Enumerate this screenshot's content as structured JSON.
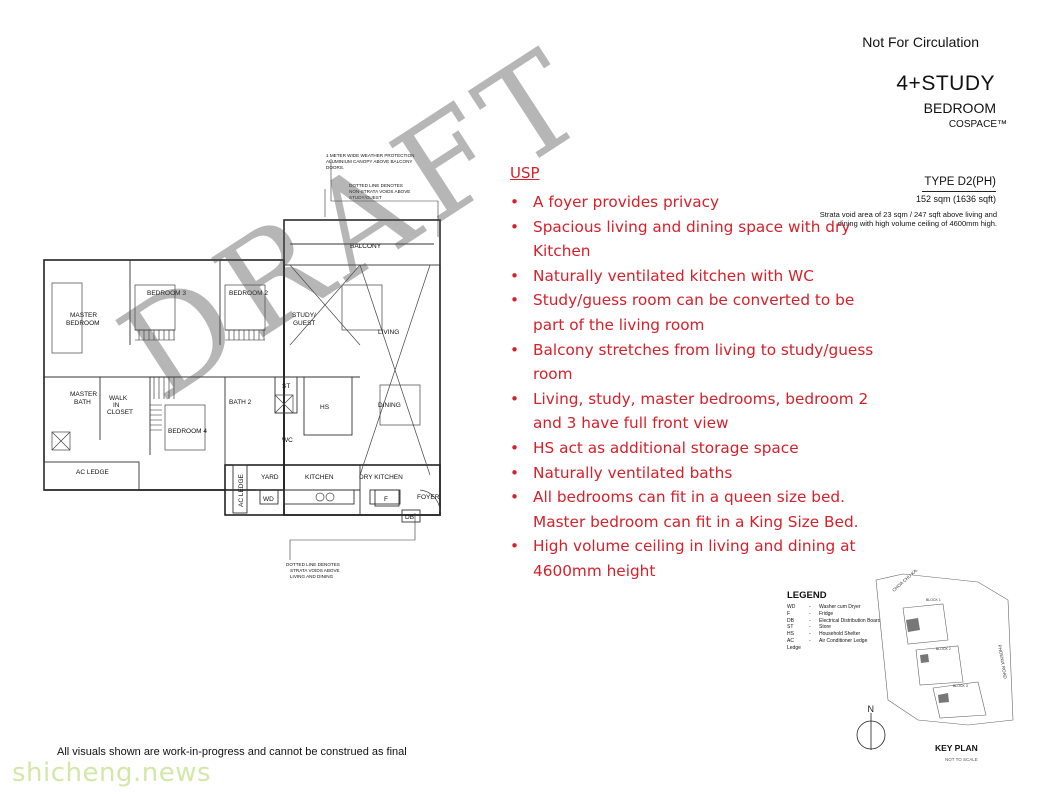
{
  "header": {
    "not_for_circulation": "Not For Circulation",
    "unit_name": "4+STUDY",
    "unit_sub": "BEDROOM",
    "brand": "COSPACE™"
  },
  "unit_info": {
    "type": "TYPE D2(PH)",
    "area": "152 sqm (1636 sqft)",
    "strata_note": "Strata void area of 23 sqm / 247 sqft above living and dining with high volume ceiling of 4600mm high."
  },
  "usp": {
    "title": "USP",
    "items": [
      "A foyer provides privacy",
      "Spacious living and dining space with dry Kitchen",
      "Naturally ventilated kitchen with WC",
      "Study/guess room can be converted to be part of the living room",
      "Balcony stretches from living to study/guess room",
      "Living, study, master bedrooms, bedroom 2 and 3 have full front view",
      "HS act as additional storage space",
      "Naturally ventilated baths",
      "All bedrooms can fit in a queen size bed. Master bedroom can fit in a King Size Bed.",
      "High volume ceiling in living and dining at 4600mm height"
    ]
  },
  "floorplan": {
    "rooms": {
      "balcony": "BALCONY",
      "master_bedroom_1": "MASTER",
      "master_bedroom_2": "BEDROOM",
      "bedroom3": "BEDROOM 3",
      "bedroom2": "BEDROOM 2",
      "study_1": "STUDY/",
      "study_2": "GUEST",
      "living": "LIVING",
      "master_bath_1": "MASTER",
      "master_bath_2": "BATH",
      "walk_in_1": "WALK",
      "walk_in_2": "IN",
      "walk_in_3": "CLOSET",
      "bedroom4": "BEDROOM 4",
      "bath2": "BATH  2",
      "st": "ST",
      "hs": "HS",
      "dining": "DINING",
      "wc": "WC",
      "ac_ledge_bottom": "AC LEDGE",
      "ac_ledge_side": "AC LEDGE",
      "yard": "YARD",
      "kitchen": "KITCHEN",
      "dry_kitchen": "DRY KITCHEN",
      "foyer": "FOYER",
      "wd": "WD",
      "f": "F",
      "db": "DB"
    },
    "notes": {
      "canopy_1": "1 METER WIDE WEATHER PROTECTION",
      "canopy_2": "ALUMINIUM CANOPY ABOVE BALCONY",
      "canopy_3": "DOORS.",
      "dotted_1": "DOTTED LINE DENOTES",
      "dotted_2": "NON-STRATA VOIDS ABOVE",
      "dotted_3": "STUDY/GUEST",
      "strata_1": "DOTTED LINE DENOTES",
      "strata_2": "STRATA VOIDS ABOVE",
      "strata_3": "LIVING AND DINING"
    }
  },
  "legend": {
    "title": "LEGEND",
    "items": [
      {
        "code": "WD",
        "desc": "Washer cum Dryer"
      },
      {
        "code": "F",
        "desc": "Fridge"
      },
      {
        "code": "DB",
        "desc": "Electrical Distribution Board"
      },
      {
        "code": "ST",
        "desc": "Store"
      },
      {
        "code": "HS",
        "desc": "Household Shelter"
      },
      {
        "code": "AC Ledge",
        "desc": "Air Conditioner Ledge"
      }
    ]
  },
  "keyplan": {
    "label": "KEY PLAN",
    "sub": "NOT TO SCALE",
    "north": "N",
    "road_1": "CHOA CHU KANG ROAD",
    "road_2": "PHOENIX ROAD",
    "block_1": "BLOCK 1",
    "block_2": "BLOCK 2",
    "block_3": "BLOCK 3"
  },
  "footer": {
    "disclaimer": "All visuals shown are work-in-progress and cannot be construed as final",
    "watermark": "shicheng.news"
  },
  "overlay": {
    "draft": "DRAFT"
  }
}
